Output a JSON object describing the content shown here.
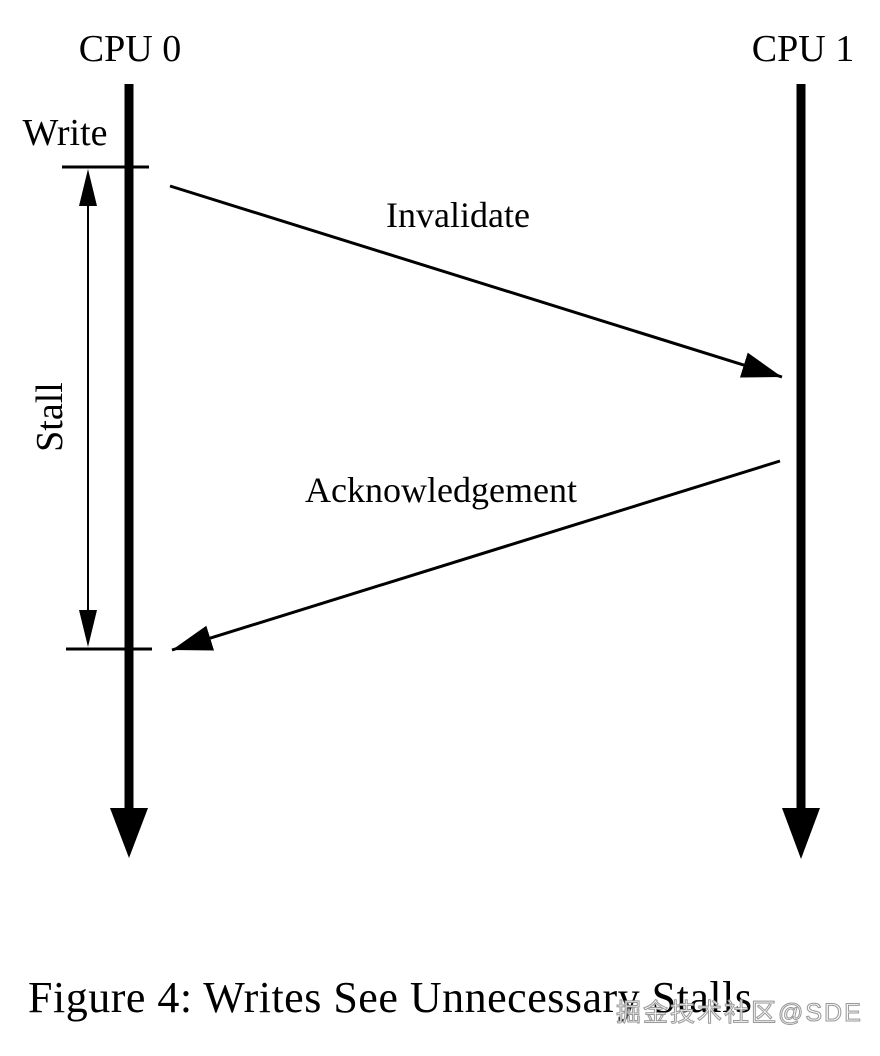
{
  "diagram": {
    "cpu0_label": "CPU 0",
    "cpu1_label": "CPU 1",
    "write_label": "Write",
    "stall_label": "Stall",
    "invalidate_label": "Invalidate",
    "ack_label": "Acknowledgement"
  },
  "caption": "Figure 4: Writes See Unnecessary Stalls",
  "watermark": "掘金技术社区@SDE",
  "colors": {
    "ink": "#000000",
    "background": "#ffffff",
    "watermark_fill": "#ffffff",
    "watermark_outline": "#969696"
  }
}
